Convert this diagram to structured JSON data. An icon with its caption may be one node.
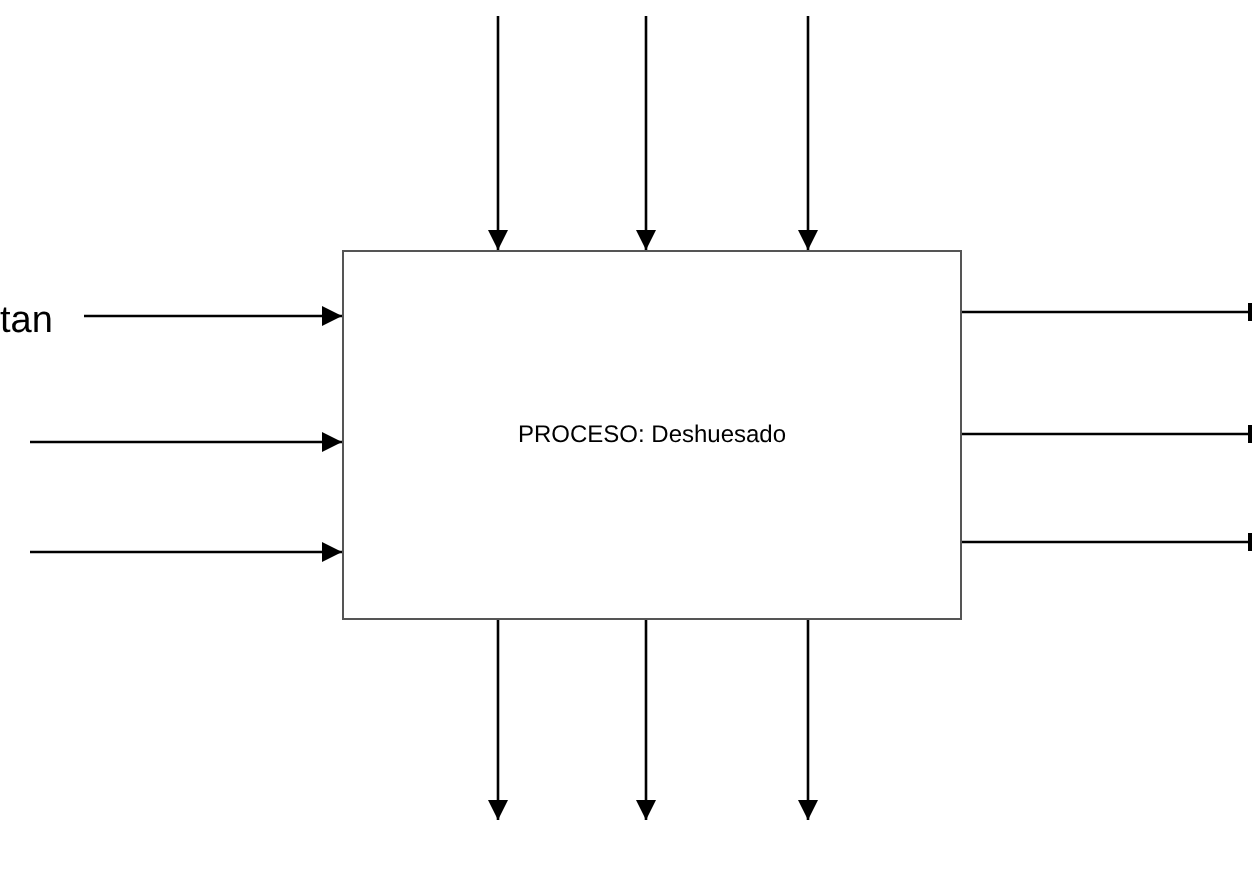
{
  "diagram": {
    "nodes": [
      {
        "text": [
          "PROCESO: Deshuesado"
        ]
      },
      {
        "text": [
          "tan"
        ]
      }
    ],
    "edges": [
      {
        "from": null,
        "to": 0,
        "arrow": "to"
      },
      {
        "from": null,
        "to": 0,
        "arrow": "to"
      },
      {
        "from": null,
        "to": 0,
        "arrow": "to"
      },
      {
        "from": 1,
        "to": 0,
        "arrow": "to"
      },
      {
        "from": null,
        "to": 0,
        "arrow": "to"
      },
      {
        "from": null,
        "to": 0,
        "arrow": "to"
      },
      {
        "from": 0,
        "to": null,
        "arrow": "other"
      },
      {
        "from": 0,
        "to": null,
        "arrow": "other"
      },
      {
        "from": 0,
        "to": null,
        "arrow": "other"
      },
      {
        "from": 0,
        "to": null,
        "arrow": "to"
      },
      {
        "from": 0,
        "to": null,
        "arrow": "to"
      },
      {
        "from": 0,
        "to": null,
        "arrow": "to"
      }
    ]
  }
}
